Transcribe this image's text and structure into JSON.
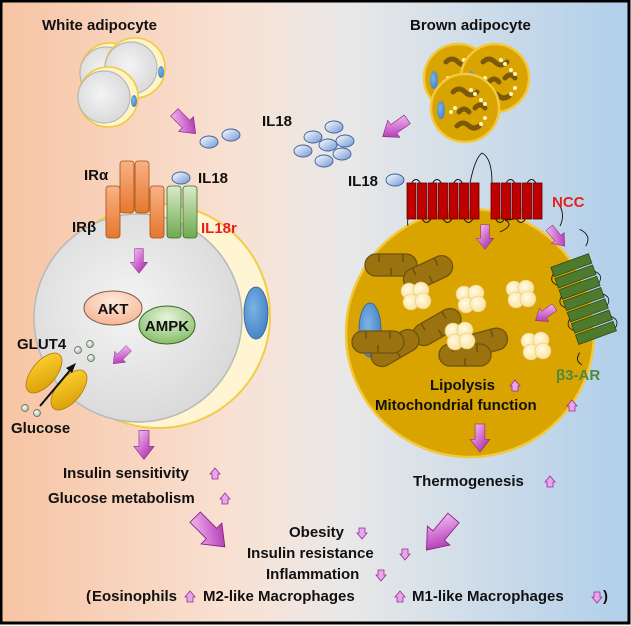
{
  "figure": {
    "left_panel": {
      "title": "White adipocyte",
      "receptors": {
        "ir_alpha": "IRα",
        "ir_beta": "IRβ",
        "il18_ligand": "IL18",
        "il18r": "IL18r"
      },
      "kinases": [
        "AKT",
        "AMPK"
      ],
      "transporter": "GLUT4",
      "substrate": "Glucose",
      "outcomes": [
        {
          "text": "Insulin sensitivity",
          "trend": "up"
        },
        {
          "text": "Glucose metabolism",
          "trend": "up"
        }
      ]
    },
    "center": {
      "secreted_label": "IL18"
    },
    "right_panel": {
      "title": "Brown adipocyte",
      "ligand": "IL18",
      "receptor": "NCC",
      "adrenergic_receptor": "β3-AR",
      "effects": [
        {
          "text": "Lipolysis",
          "trend": "up"
        },
        {
          "text": "Mitochondrial function",
          "trend": "up"
        }
      ],
      "outcome": {
        "text": "Thermogenesis",
        "trend": "up"
      }
    },
    "summary": {
      "lines": [
        {
          "text": "Obesity",
          "trend": "down"
        },
        {
          "text": "Insulin resistance",
          "trend": "down"
        },
        {
          "text": "Inflammation",
          "trend": "down"
        }
      ],
      "immune_line": {
        "open": "(",
        "items": [
          {
            "text": "Eosinophils",
            "trend": "up"
          },
          {
            "text": "M2-like Macrophages",
            "trend": "up"
          },
          {
            "text": "M1-like  Macrophages",
            "trend": "down"
          }
        ],
        "close": ")"
      }
    },
    "colors": {
      "bg_left": "#F8C8A8",
      "bg_mid": "#ECE7E3",
      "bg_right": "#AFCFEA",
      "arrow_magenta": "#C040C0",
      "il18r_label": "#E8201C",
      "ncc_label": "#E8201C",
      "b3ar_label": "#4E8A3A",
      "ncc_fill": "#C00000",
      "b3ar_fill": "#4E7A2E",
      "brown_cell": "#D9A300",
      "mito": "#8B6B10"
    }
  }
}
